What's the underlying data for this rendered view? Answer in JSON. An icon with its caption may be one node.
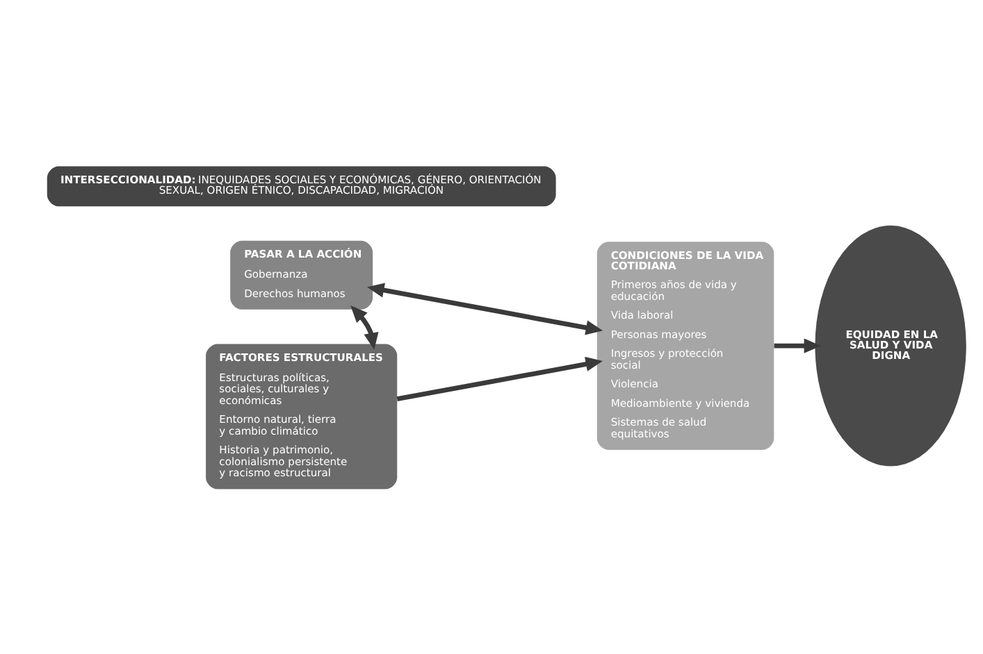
{
  "diagram": {
    "nodes": [
      {
        "text": [
          "**INTERSECCIONALIDAD:** INEQUIDADES SOCIALES Y ECONÓMICAS, GÉNERO, ORIENTACIÓN SEXUAL, ORIGEN ÉTNICO, DISCAPACIDAD, MIGRACIÓN"
        ]
      },
      {
        "text": [
          "FACTORES ESTRUCTURALES",
          "Estructuras políticas, sociales, culturales y económicas",
          "Entorno natural, tierra y cambio climático",
          "Historia y patrimonio, colonialismo persistente y racismo estructural"
        ]
      },
      {
        "text": [
          "CONDICIONES DE LA VIDA COTIDIANA",
          "Primeros años de vida y educación",
          "Vida laboral",
          "Personas mayores",
          "Ingresos y protección social",
          "Violencia",
          "Medioambiente y vivienda",
          "Sistemas de salud equitativos"
        ]
      },
      {
        "text": [
          "EQUIDAD EN LA SALUD Y VIDA DIGNA"
        ]
      },
      {
        "text": [
          "PASAR A LA ACCIÓN",
          "Gobernanza",
          "Derechos humanos"
        ]
      }
    ],
    "edges": [
      {
        "from": 1,
        "to": 2,
        "arrow": "to"
      },
      {
        "from": 2,
        "to": 3,
        "arrow": "to"
      },
      {
        "from": 4,
        "to": 1,
        "arrow": "both"
      },
      {
        "from": 4,
        "to": 2,
        "arrow": "both"
      }
    ]
  }
}
